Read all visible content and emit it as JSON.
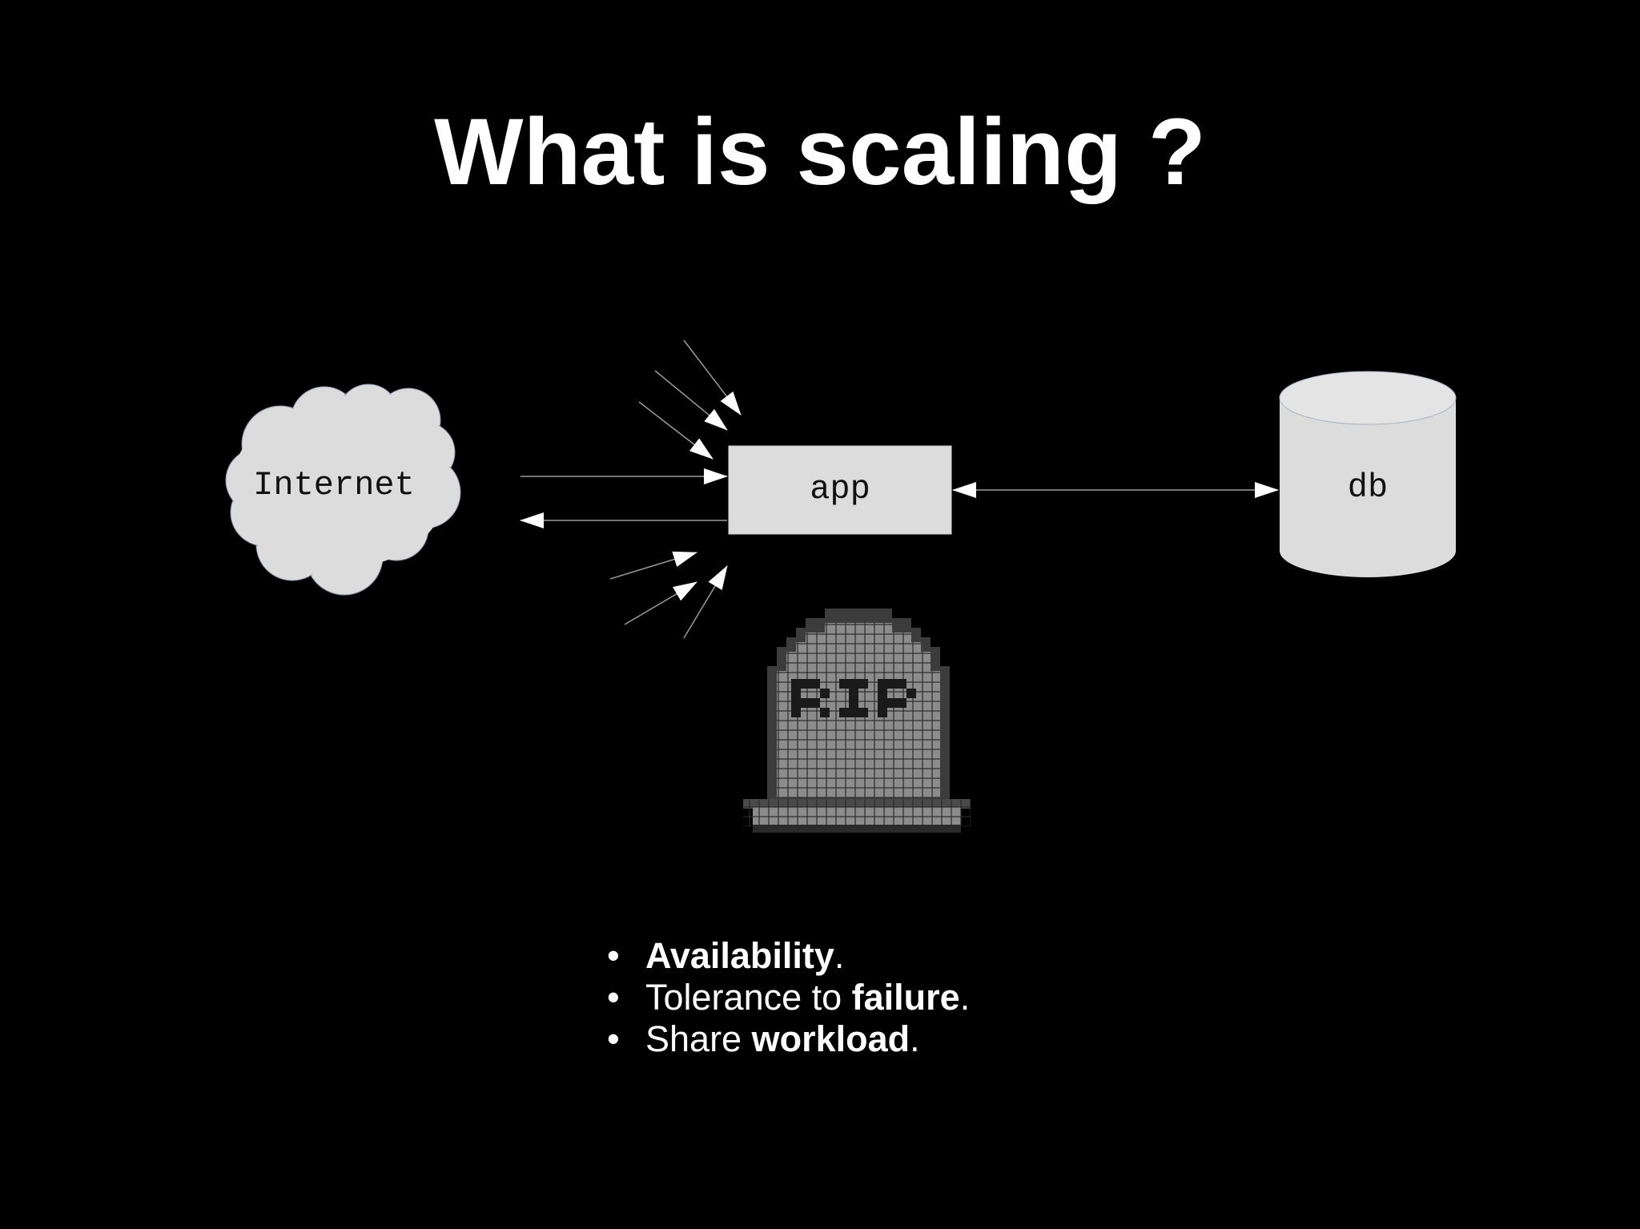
{
  "slide": {
    "title": "What is scaling ?",
    "background_color": "#000000",
    "text_color": "#ffffff"
  },
  "diagram": {
    "nodes": {
      "internet": {
        "label": "Internet",
        "shape": "cloud",
        "fill": "#dcdcdc"
      },
      "app": {
        "label": "app",
        "shape": "rectangle",
        "fill": "#dcdcdc"
      },
      "db": {
        "label": "db",
        "shape": "cylinder",
        "fill": "#dcdcdc"
      },
      "tombstone": {
        "label": "RIP",
        "shape": "pixel-tombstone-icon",
        "fill": "#8a8a8a"
      }
    },
    "edges": [
      {
        "from": "internet",
        "to": "app",
        "kind": "request-arrow"
      },
      {
        "from": "app",
        "to": "internet",
        "kind": "response-arrow"
      },
      {
        "from": "app",
        "to": "db",
        "kind": "bidirectional-arrow"
      }
    ],
    "incoming_load_arrows": 6
  },
  "bullets": [
    {
      "bullet": "•",
      "pre": "",
      "bold": "Availability",
      "post": "."
    },
    {
      "bullet": "•",
      "pre": "Tolerance to ",
      "bold": "failure",
      "post": "."
    },
    {
      "bullet": "•",
      "pre": "Share ",
      "bold": "workload",
      "post": "."
    }
  ]
}
